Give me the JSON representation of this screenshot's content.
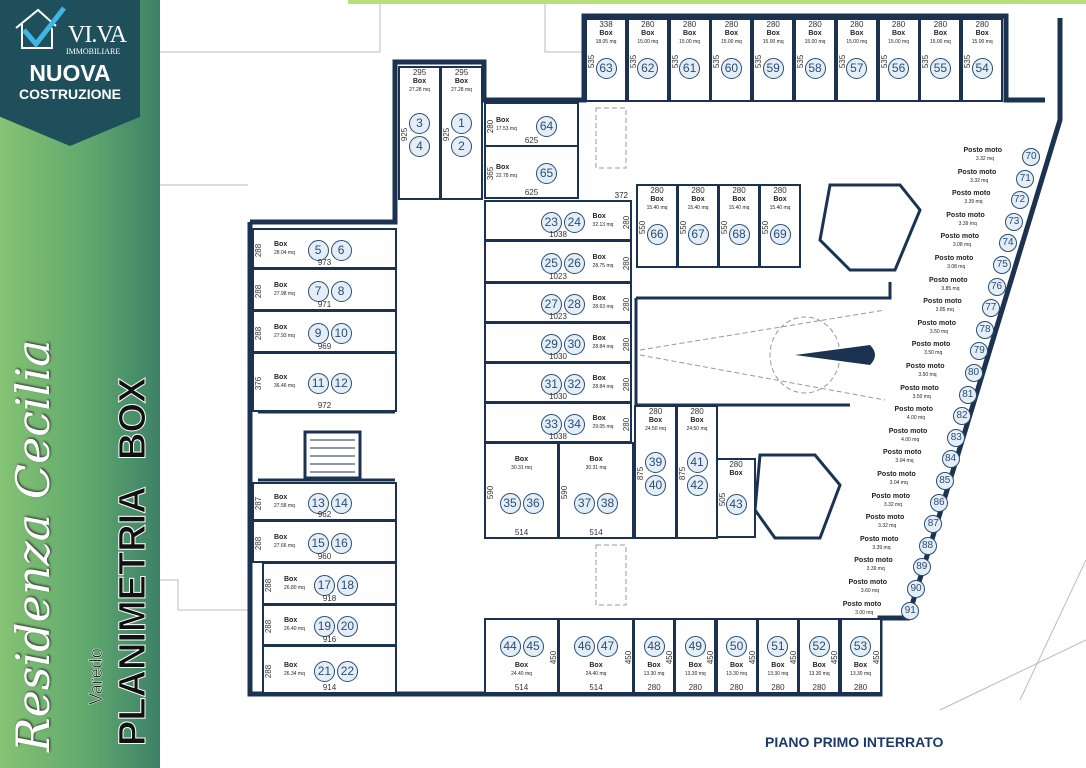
{
  "branding": {
    "logo_text": "VI.VA",
    "logo_sub": "IMMOBILIARE",
    "badge_line1": "NUOVA",
    "badge_line2": "COSTRUZIONE",
    "script_title": "Residenza Cecilia",
    "location": "Varedo",
    "title_main": "PLANIMETRIA",
    "title_accent": "BOX"
  },
  "colors": {
    "wall": "#1b3350",
    "badge": "#1f4f5a",
    "number": "#2b4d70",
    "floor_label": "#1d3a66"
  },
  "plan": {
    "floor_label": "PIANO PRIMO INTERRATO",
    "box_label": "Box",
    "moto_label": "Posto moto",
    "boxes": [
      {
        "id": "63",
        "nums": [
          "63"
        ],
        "area": "18.05 mq",
        "w": "338",
        "d": "535"
      },
      {
        "id": "62",
        "nums": [
          "62"
        ],
        "area": "15.00 mq",
        "w": "280",
        "d": "535"
      },
      {
        "id": "61",
        "nums": [
          "61"
        ],
        "area": "15.00 mq",
        "w": "280",
        "d": "535"
      },
      {
        "id": "60",
        "nums": [
          "60"
        ],
        "area": "15.00 mq",
        "w": "280",
        "d": "535"
      },
      {
        "id": "59",
        "nums": [
          "59"
        ],
        "area": "15.00 mq",
        "w": "280",
        "d": "535"
      },
      {
        "id": "58",
        "nums": [
          "58"
        ],
        "area": "15.00 mq",
        "w": "280",
        "d": "535"
      },
      {
        "id": "57",
        "nums": [
          "57"
        ],
        "area": "15.00 mq",
        "w": "280",
        "d": "535"
      },
      {
        "id": "56",
        "nums": [
          "56"
        ],
        "area": "15.00 mq",
        "w": "280",
        "d": "535"
      },
      {
        "id": "55",
        "nums": [
          "55"
        ],
        "area": "15.00 mq",
        "w": "280",
        "d": "535"
      },
      {
        "id": "54",
        "nums": [
          "54"
        ],
        "area": "15.00 mq",
        "w": "280",
        "d": "535"
      },
      {
        "id": "3-4",
        "nums": [
          "3",
          "4"
        ],
        "area": "27.28 mq",
        "w": "295",
        "d": "925"
      },
      {
        "id": "1-2",
        "nums": [
          "1",
          "2"
        ],
        "area": "27.28 mq",
        "w": "295",
        "d": "925"
      },
      {
        "id": "64",
        "nums": [
          "64"
        ],
        "area": "17.53 mq",
        "w": "625",
        "d": "280"
      },
      {
        "id": "65",
        "nums": [
          "65"
        ],
        "area": "22.78 mq",
        "w": "625",
        "d": "365"
      },
      {
        "id": "23-24",
        "nums": [
          "23",
          "24"
        ],
        "area": "32.13 mq",
        "w": "1038",
        "d": "280",
        "extra": "372"
      },
      {
        "id": "25-26",
        "nums": [
          "25",
          "26"
        ],
        "area": "28.75 mq",
        "w": "1023",
        "d": "280"
      },
      {
        "id": "27-28",
        "nums": [
          "27",
          "28"
        ],
        "area": "28.63 mq",
        "w": "1023",
        "d": "280"
      },
      {
        "id": "29-30",
        "nums": [
          "29",
          "30"
        ],
        "area": "28.84 mq",
        "w": "1030",
        "d": "280"
      },
      {
        "id": "31-32",
        "nums": [
          "31",
          "32"
        ],
        "area": "28.84 mq",
        "w": "1030",
        "d": "280"
      },
      {
        "id": "33-34",
        "nums": [
          "33",
          "34"
        ],
        "area": "29.05 mq",
        "w": "1038",
        "d": "280"
      },
      {
        "id": "66",
        "nums": [
          "66"
        ],
        "area": "15.40 mq",
        "w": "280",
        "d": "550"
      },
      {
        "id": "67",
        "nums": [
          "67"
        ],
        "area": "15.40 mq",
        "w": "280",
        "d": "550"
      },
      {
        "id": "68",
        "nums": [
          "68"
        ],
        "area": "15.40 mq",
        "w": "280",
        "d": "550"
      },
      {
        "id": "69",
        "nums": [
          "69"
        ],
        "area": "15.40 mq",
        "w": "280",
        "d": "550"
      },
      {
        "id": "5-6",
        "nums": [
          "5",
          "6"
        ],
        "area": "28.04 mq",
        "w": "973",
        "d": "288"
      },
      {
        "id": "7-8",
        "nums": [
          "7",
          "8"
        ],
        "area": "27.98 mq",
        "w": "971",
        "d": "288"
      },
      {
        "id": "9-10",
        "nums": [
          "9",
          "10"
        ],
        "area": "27.93 mq",
        "w": "969",
        "d": "288"
      },
      {
        "id": "11-12",
        "nums": [
          "11",
          "12"
        ],
        "area": "36.46 mq",
        "w": "972",
        "d": "376"
      },
      {
        "id": "13-14",
        "nums": [
          "13",
          "14"
        ],
        "area": "27.58 mq",
        "w": "962",
        "d": "287"
      },
      {
        "id": "15-16",
        "nums": [
          "15",
          "16"
        ],
        "area": "27.66 mq",
        "w": "960",
        "d": "288"
      },
      {
        "id": "17-18",
        "nums": [
          "17",
          "18"
        ],
        "area": "26.80 mq",
        "w": "918",
        "d": "288"
      },
      {
        "id": "19-20",
        "nums": [
          "19",
          "20"
        ],
        "area": "26.40 mq",
        "w": "916",
        "d": "288"
      },
      {
        "id": "21-22",
        "nums": [
          "21",
          "22"
        ],
        "area": "26.34 mq",
        "w": "914",
        "d": "288"
      },
      {
        "id": "35-36",
        "nums": [
          "35",
          "36"
        ],
        "area": "30.31 mq",
        "w": "514",
        "d": "590"
      },
      {
        "id": "37-38",
        "nums": [
          "37",
          "38"
        ],
        "area": "30.31 mq",
        "w": "514",
        "d": "590"
      },
      {
        "id": "39-40",
        "nums": [
          "39",
          "40"
        ],
        "area": "24.50 mq",
        "w": "280",
        "d": "875"
      },
      {
        "id": "41-42",
        "nums": [
          "41",
          "42"
        ],
        "area": "24.50 mq",
        "w": "280",
        "d": "875"
      },
      {
        "id": "43",
        "nums": [
          "43"
        ],
        "w": "280",
        "d": "505"
      },
      {
        "id": "44-45",
        "nums": [
          "44",
          "45"
        ],
        "area": "24.40 mq",
        "w": "514",
        "d": "450"
      },
      {
        "id": "46-47",
        "nums": [
          "46",
          "47"
        ],
        "area": "24.40 mq",
        "w": "514",
        "d": "450"
      },
      {
        "id": "48",
        "nums": [
          "48"
        ],
        "area": "13.30 mq",
        "w": "280",
        "d": "450"
      },
      {
        "id": "49",
        "nums": [
          "49"
        ],
        "area": "13.30 mq",
        "w": "280",
        "d": "450"
      },
      {
        "id": "50",
        "nums": [
          "50"
        ],
        "area": "13.30 mq",
        "w": "280",
        "d": "450"
      },
      {
        "id": "51",
        "nums": [
          "51"
        ],
        "area": "13.30 mq",
        "w": "280",
        "d": "450"
      },
      {
        "id": "52",
        "nums": [
          "52"
        ],
        "area": "13.30 mq",
        "w": "280",
        "d": "450"
      },
      {
        "id": "53",
        "nums": [
          "53"
        ],
        "area": "13.30 mq",
        "w": "280",
        "d": "450"
      }
    ],
    "moto": [
      {
        "num": "70",
        "area": "3.32 mq"
      },
      {
        "num": "71",
        "area": "3.32 mq"
      },
      {
        "num": "72",
        "area": "3.39 mq"
      },
      {
        "num": "73",
        "area": "3.39 mq"
      },
      {
        "num": "74",
        "area": "3.08 mq"
      },
      {
        "num": "75",
        "area": "3.08 mq"
      },
      {
        "num": "76",
        "area": "3.85 mq"
      },
      {
        "num": "77",
        "area": "3.85 mq"
      },
      {
        "num": "78",
        "area": "3.50 mq"
      },
      {
        "num": "79",
        "area": "3.50 mq"
      },
      {
        "num": "80",
        "area": "3.50 mq"
      },
      {
        "num": "81",
        "area": "3.50 mq"
      },
      {
        "num": "82",
        "area": "4.00 mq"
      },
      {
        "num": "83",
        "area": "4.00 mq"
      },
      {
        "num": "84",
        "area": "3.04 mq"
      },
      {
        "num": "85",
        "area": "3.04 mq"
      },
      {
        "num": "86",
        "area": "3.32 mq"
      },
      {
        "num": "87",
        "area": "3.32 mq"
      },
      {
        "num": "88",
        "area": "3.39 mq"
      },
      {
        "num": "89",
        "area": "3.39 mq"
      },
      {
        "num": "90",
        "area": "3.60 mq"
      },
      {
        "num": "91",
        "area": "3.00 mq"
      }
    ]
  }
}
